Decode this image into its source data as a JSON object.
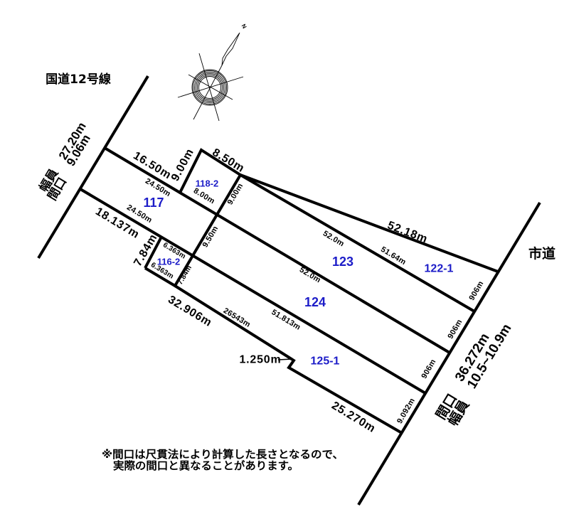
{
  "roads": {
    "national": {
      "name": "国道12号線",
      "width_label": "幅員",
      "width_value": "27.20m",
      "frontage_label": "間口",
      "frontage_value": "9.06m"
    },
    "city": {
      "name": "市道",
      "frontage_label": "間口",
      "frontage_value": "36.272m",
      "width_label": "幅員",
      "width_value": "10.5~10.9m"
    }
  },
  "compass": {
    "north_label": "N"
  },
  "lots": [
    {
      "id": "117"
    },
    {
      "id": "118-2"
    },
    {
      "id": "116-2"
    },
    {
      "id": "123"
    },
    {
      "id": "122-1"
    },
    {
      "id": "124"
    },
    {
      "id": "125-1"
    }
  ],
  "dimensions": {
    "lot117_north_outer": "16.50m",
    "lot117_north_inner": "24.50m",
    "lot117_south_inner": "24.50m",
    "lot117_south_outer": "18.137m",
    "lot117_east": "9.50m",
    "lot118_2_west": "9.00m",
    "lot118_2_north": "8.50m",
    "lot118_2_south": "8.00m",
    "lot118_2_east": "9.00m",
    "lot116_2_west": "7.84m",
    "lot116_2_north": "6.363m",
    "lot116_2_south": "6.363m",
    "lot116_2_east": "7.84m",
    "lot125_1_south_outer_west": "32.906m",
    "lot125_1_south_inner_west": "26543m",
    "lot125_1_north_inner": "51.813m",
    "lot125_1_offset": "1.250m",
    "lot125_1_south_outer_east": "25.270m",
    "lot125_1_frontage": "9.092m",
    "lot124_north_inner": "52.0m",
    "lot124_frontage": "906m",
    "lot123_north_inner": "52.0m",
    "lot123_frontage": "906m",
    "lot122_1_north_outer": "52.18m",
    "lot122_1_south_inner": "51.64m",
    "lot122_1_frontage": "906m"
  },
  "note": {
    "line1": "※間口は尺貫法により計算した長さとなるので、",
    "line2": "実際の間口と異なることがあります。"
  },
  "colors": {
    "background": "#ffffff",
    "boundary_line": "#000000",
    "lot_label": "#1c1cc8"
  }
}
